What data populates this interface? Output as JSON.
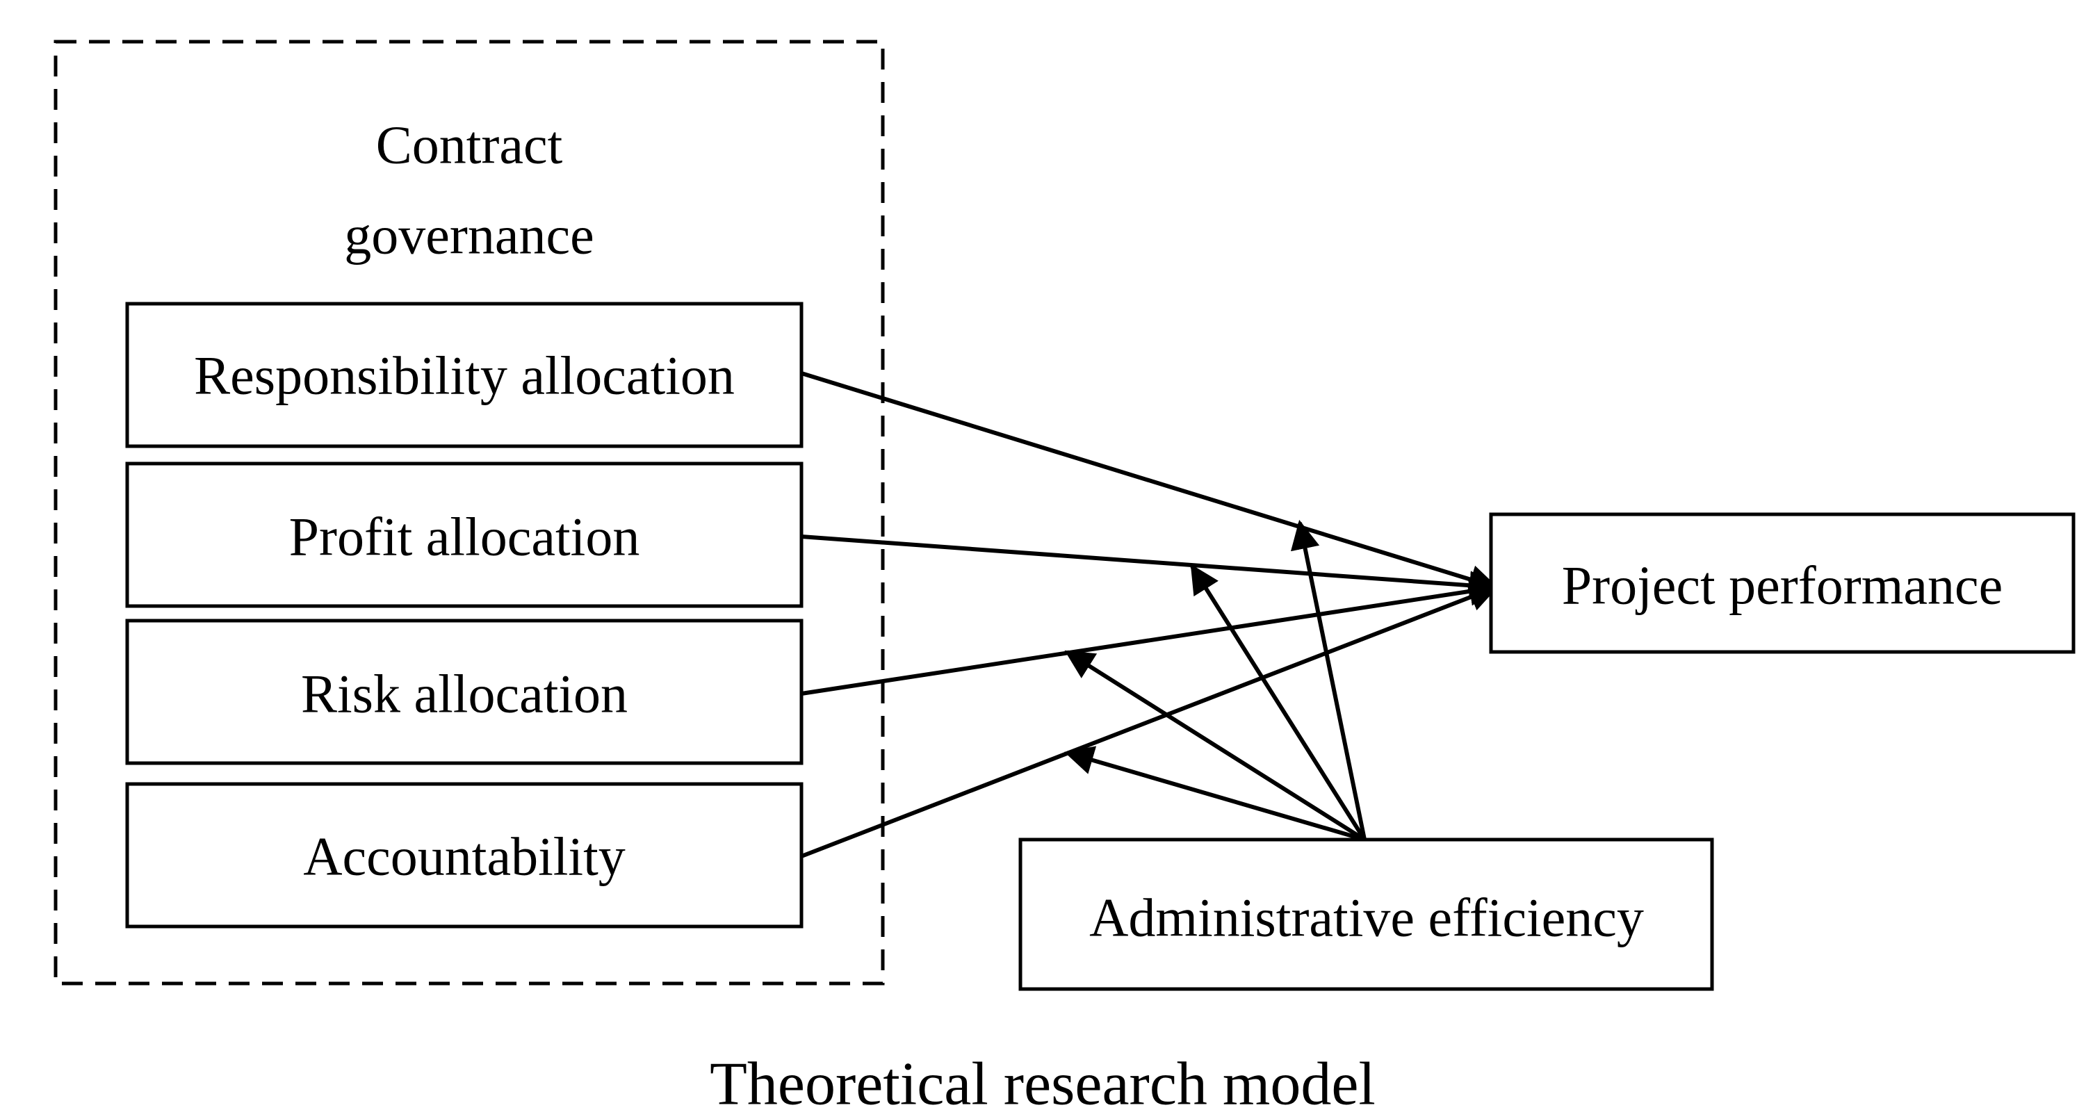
{
  "group": {
    "title_line1": "Contract",
    "title_line2": "governance"
  },
  "nodes": {
    "responsibility": "Responsibility allocation",
    "profit": "Profit allocation",
    "risk": "Risk allocation",
    "accountability": "Accountability",
    "performance": "Project performance",
    "efficiency": "Administrative efficiency"
  },
  "edges": [
    {
      "from": "responsibility",
      "to": "performance",
      "type": "direct"
    },
    {
      "from": "profit",
      "to": "performance",
      "type": "direct"
    },
    {
      "from": "risk",
      "to": "performance",
      "type": "direct"
    },
    {
      "from": "accountability",
      "to": "performance",
      "type": "direct"
    },
    {
      "from": "efficiency",
      "to": "responsibility->performance",
      "type": "moderation"
    },
    {
      "from": "efficiency",
      "to": "profit->performance",
      "type": "moderation"
    },
    {
      "from": "efficiency",
      "to": "risk->performance",
      "type": "moderation"
    },
    {
      "from": "efficiency",
      "to": "accountability->performance",
      "type": "moderation"
    }
  ],
  "caption": "Theoretical research model"
}
